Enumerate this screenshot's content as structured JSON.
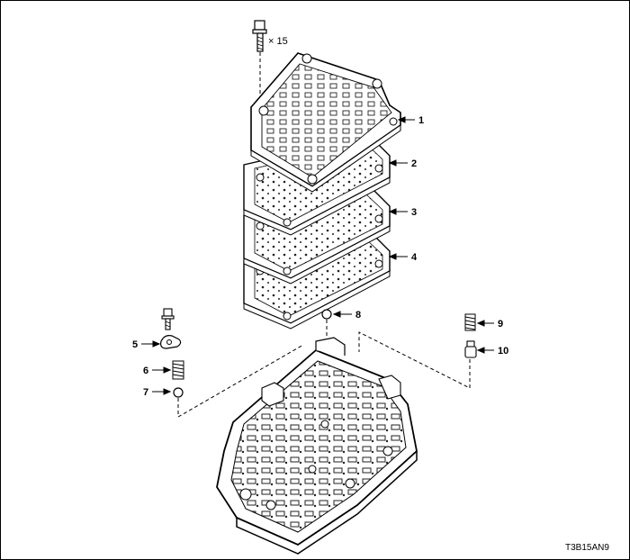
{
  "diagram": {
    "bolt_quantity": "× 15",
    "figure_code": "T3B15AN9",
    "callouts": [
      {
        "id": "1"
      },
      {
        "id": "2"
      },
      {
        "id": "3"
      },
      {
        "id": "4"
      },
      {
        "id": "5"
      },
      {
        "id": "6"
      },
      {
        "id": "7"
      },
      {
        "id": "8"
      },
      {
        "id": "9"
      },
      {
        "id": "10"
      }
    ]
  }
}
